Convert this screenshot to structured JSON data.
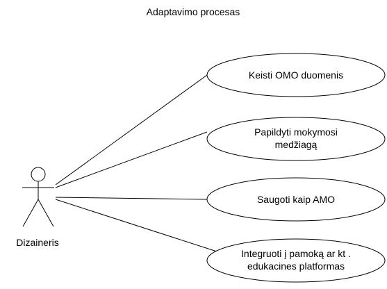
{
  "title": "Adaptavimo procesas",
  "actor": {
    "name": "Dizaineris",
    "icon": "stick-figure-actor-icon"
  },
  "use_cases": [
    {
      "id": "keisti-omo",
      "lines": [
        "Keisti OMO duomenis"
      ]
    },
    {
      "id": "papildyti",
      "lines": [
        "Papildyti mokymosi",
        "medžiagą"
      ]
    },
    {
      "id": "saugoti",
      "lines": [
        "Saugoti kaip AMO"
      ]
    },
    {
      "id": "integruoti",
      "lines": [
        "Integruoti į pamoką ar kt .",
        "edukacines platformas"
      ]
    }
  ]
}
